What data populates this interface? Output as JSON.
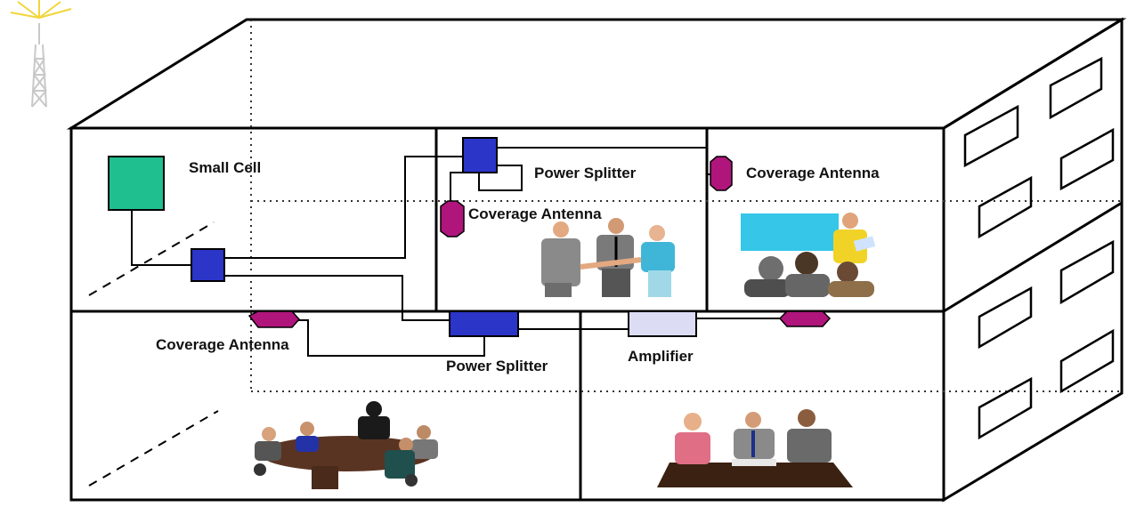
{
  "labels": {
    "small_cell": "Small Cell",
    "power_splitter_top": "Power Splitter",
    "coverage_antenna_upper_right": "Coverage Antenna",
    "coverage_antenna_middle": "Coverage Antenna",
    "coverage_antenna_lower_left": "Coverage Antenna",
    "power_splitter_bottom": "Power Splitter",
    "amplifier": "Amplifier"
  },
  "colors": {
    "small_cell": "#1fbf8f",
    "splitter": "#2b35c8",
    "antenna": "#b0157c",
    "amplifier": "#dcdcf5",
    "screen": "#35c6e8",
    "tower": "#c8c8c8",
    "tower_rays": "#f2d53a",
    "table": "#5a3422",
    "building_line": "#000000"
  },
  "icons": [
    "cell-tower-icon",
    "people-handshake-icon",
    "presentation-icon",
    "meeting-table-icon",
    "business-discussion-icon"
  ]
}
